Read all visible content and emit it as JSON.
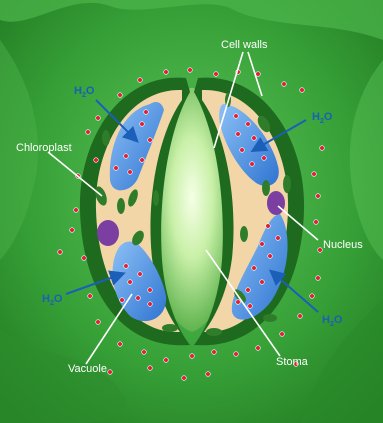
{
  "labels": {
    "cell_walls": "Cell walls",
    "chloroplast": "Chloroplast",
    "nucleus": "Nucleus",
    "vacuole": "Vacuole",
    "stoma": "Stoma"
  },
  "water": {
    "symbol": "H",
    "subscript": "2",
    "suffix": "O"
  },
  "colors": {
    "background": "#3aa23a",
    "outer_wall": "#1e6a1e",
    "cytoplasm": "#f2d6a8",
    "vacuole": "#4a8fe0",
    "water_dot": "#d8243a",
    "chloroplast": "#2f7d2a",
    "nucleus": "#7a3fa0",
    "label_text": "#ffffff",
    "h2o_text": "#1c5fb8"
  }
}
